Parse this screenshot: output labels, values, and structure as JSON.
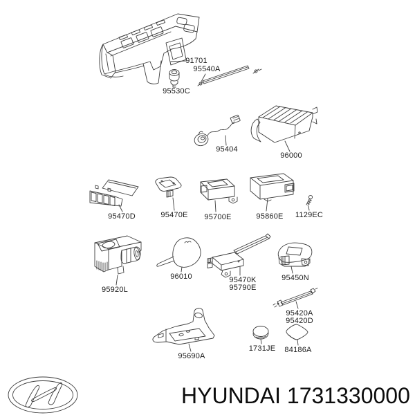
{
  "diagram": {
    "line_color": "#3c3c3c",
    "label_color": "#1a1a1a",
    "parts": {
      "p91701": {
        "label": "91701"
      },
      "p95540A": {
        "label": "95540A"
      },
      "p95530C": {
        "label": "95530C"
      },
      "p95404": {
        "label": "95404"
      },
      "p96000": {
        "label": "96000"
      },
      "p95470D": {
        "label": "95470D"
      },
      "p95470E": {
        "label": "95470E"
      },
      "p95700E": {
        "label": "95700E"
      },
      "p95860E": {
        "label": "95860E"
      },
      "p1129EC": {
        "label": "1129EC"
      },
      "p95920L": {
        "label": "95920L"
      },
      "p96010": {
        "label": "96010"
      },
      "p95470K": {
        "label": "95470K"
      },
      "p95790E": {
        "label": "95790E"
      },
      "p95450N": {
        "label": "95450N"
      },
      "p95420A": {
        "label": "95420A"
      },
      "p95420D": {
        "label": "95420D"
      },
      "p95690A": {
        "label": "95690A"
      },
      "p1731JE": {
        "label": "1731JE"
      },
      "p84186A": {
        "label": "84186A"
      }
    }
  },
  "footer": {
    "logo": "hyundai-logo",
    "brand": "HYUNDAI",
    "part_number": "1731330000",
    "title": "HYUNDAI 1731330000"
  }
}
